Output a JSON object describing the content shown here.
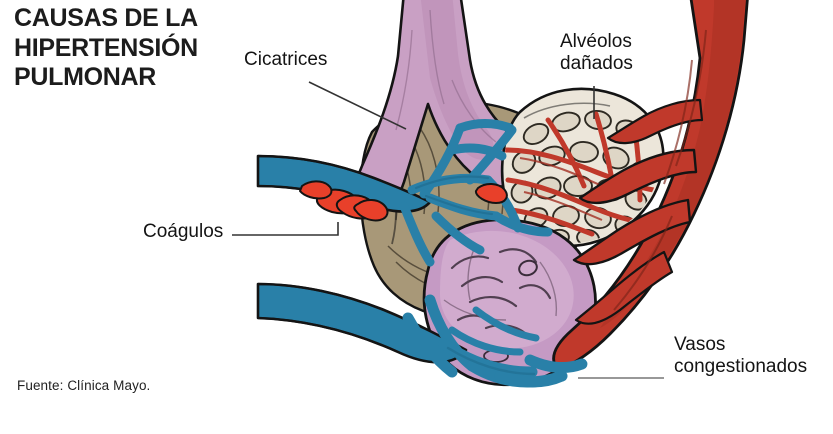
{
  "infographic": {
    "title": "CAUSAS DE LA\nHIPERTENSIÓN\nPULMONAR",
    "source": "Fuente: Clínica Mayo.",
    "subject": "lung-cross-section-pulmonary-hypertension"
  },
  "labels": [
    {
      "id": "cicatrices",
      "text": "Cicatrices",
      "leader": "diagonal-down-right"
    },
    {
      "id": "alveolos",
      "text": "Alvéolos\ndañados",
      "leader": "vertical-down"
    },
    {
      "id": "coagulos",
      "text": "Coágulos",
      "leader": "horizontal-right-with-riser"
    },
    {
      "id": "vasos",
      "text": "Vasos\ncongestionados",
      "leader": "horizontal-left"
    }
  ],
  "palette": {
    "bronchus_purple": "#c9a0c4",
    "bronchus_purple_dark": "#b98cb4",
    "lobe_pink": "#c59ac4",
    "lobe_pink_light": "#d4b0d2",
    "artery_red": "#c0392b",
    "artery_red_dark": "#a32f22",
    "vein_blue": "#2980a8",
    "vein_blue_dark": "#1f6a8c",
    "clot_red": "#e8402a",
    "scar_tan": "#a89878",
    "scar_tan_light": "#b9ab8c",
    "alveoli_cream": "#ded6c6",
    "alveoli_cream_light": "#ece6da",
    "ink": "#141414",
    "text": "#1a1a1a",
    "leader_line": "#333333",
    "leader_line_gray": "#8a8a8a",
    "background": "#ffffff"
  }
}
